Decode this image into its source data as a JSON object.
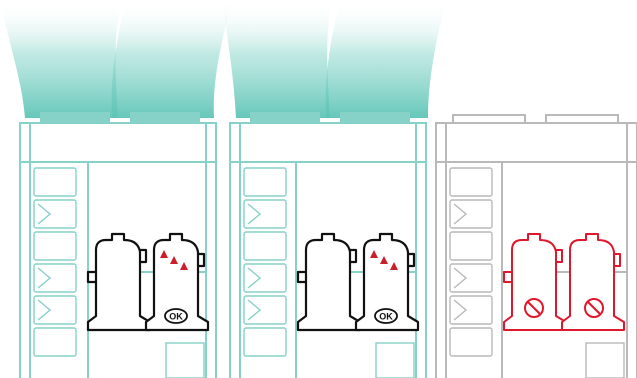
{
  "units": [
    {
      "id": "unit-1",
      "state": "running",
      "airflow": true,
      "compressors": [
        {
          "id": "compressor-1a",
          "status": "idle"
        },
        {
          "id": "compressor-1b",
          "status": "ok",
          "badge": "OK",
          "heat_arrows": true
        }
      ]
    },
    {
      "id": "unit-2",
      "state": "running",
      "airflow": true,
      "compressors": [
        {
          "id": "compressor-2a",
          "status": "idle"
        },
        {
          "id": "compressor-2b",
          "status": "ok",
          "badge": "OK",
          "heat_arrows": true
        }
      ]
    },
    {
      "id": "unit-3",
      "state": "stopped",
      "airflow": false,
      "compressors": [
        {
          "id": "compressor-3a",
          "status": "disabled",
          "icon": "prohibited-icon"
        },
        {
          "id": "compressor-3b",
          "status": "disabled",
          "icon": "prohibited-icon"
        }
      ]
    }
  ],
  "colors": {
    "active_unit": "#86d1c8",
    "inactive_unit": "#b9b9b9",
    "airflow": "#5ec4b6",
    "compressor_outline": "#111111",
    "disabled_compressor": "#e0182d",
    "heat_arrow": "#cc1f2a"
  }
}
